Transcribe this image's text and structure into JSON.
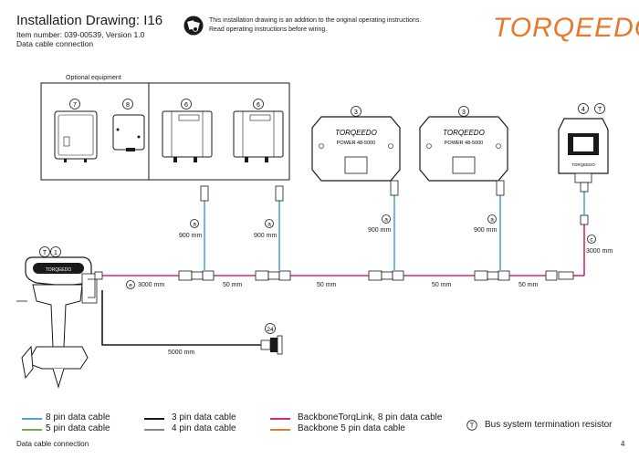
{
  "header": {
    "title": "Installation Drawing: I16",
    "item_number": "Item number: 039-00539, Version 1.0",
    "subtitle": "Data cable connection",
    "notice_line1": "This installation drawing is an addition to the original operating instructions.",
    "notice_line2": "Read operating instructions before wiring.",
    "brand": "TORQEEDO"
  },
  "diagram": {
    "optional_label": "Optional equipment",
    "markers": {
      "m7": "7",
      "m8": "8",
      "m6a": "6",
      "m6b": "6",
      "m3a": "3",
      "m3b": "3",
      "m4": "4",
      "mT1": "T",
      "mT2": "T",
      "m1": "1",
      "m24": "24",
      "ca1": "a",
      "ca2": "a",
      "ca3": "a",
      "ca4": "a",
      "cc": "c",
      "ce": "e"
    },
    "battery_brand": "TORQEEDO",
    "battery_model": "POWER 48-5000",
    "display_brand": "TORQEEDO",
    "motor_brand": "TORQEEDO",
    "lengths": {
      "a1": "900 mm",
      "a2": "900 mm",
      "a3": "900 mm",
      "a4": "900 mm",
      "c": "3000 mm",
      "e": "3000 mm",
      "s1": "50 mm",
      "s2": "50 mm",
      "s3": "50 mm",
      "s4": "50 mm",
      "black": "5000 mm"
    }
  },
  "legend": {
    "items": [
      {
        "label": "8 pin data cable",
        "color": "#4aa8d8"
      },
      {
        "label": "5 pin data cable",
        "color": "#6ab04c"
      },
      {
        "label": "3 pin data cable",
        "color": "#1a1a1a"
      },
      {
        "label": "4 pin data cable",
        "color": "#888888"
      },
      {
        "label": "BackboneTorqLink, 8 pin data cable",
        "color": "#d4287e"
      },
      {
        "label": "Backbone 5 pin data cable",
        "color": "#e8782b"
      }
    ],
    "termination_marker": "T",
    "termination_label": "Bus system termination resistor"
  },
  "footer": {
    "section": "Data cable connection",
    "page": "4"
  }
}
